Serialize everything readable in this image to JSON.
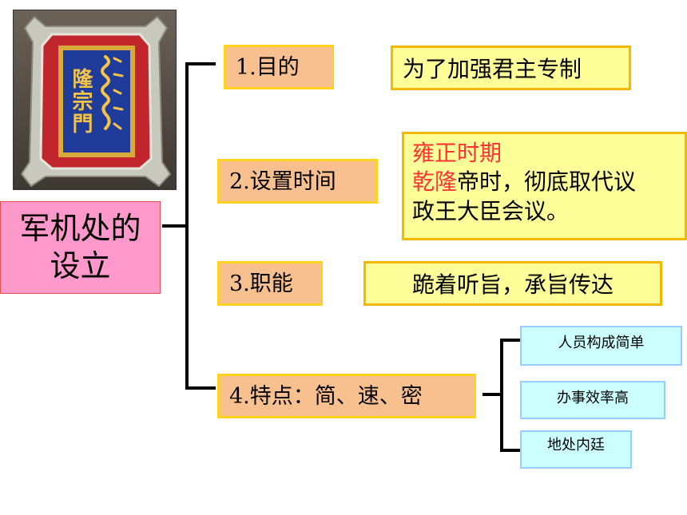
{
  "image": {
    "placard_chinese": "隆宗門",
    "description_icon": "gate-placard-photo-icon"
  },
  "root": {
    "line1": "军机处的",
    "line2": "设立"
  },
  "items": [
    {
      "num": "1.",
      "label": "目的",
      "desc": "为了加强君主专制"
    },
    {
      "num": "2.",
      "label": "设置时间",
      "desc_red1": "雍正时期",
      "desc_red2": "乾隆",
      "desc_black2": "帝时，彻底取代议",
      "desc_line3": "政王大臣会议。"
    },
    {
      "num": "3.",
      "label": "职能",
      "desc": "跪着听旨，承旨传达"
    },
    {
      "num": "4.",
      "label": "特点：简、速、密"
    }
  ],
  "features": [
    "人员构成简单",
    "办事效率高",
    "地处内廷"
  ],
  "colors": {
    "orange_box": "#f9c08f",
    "orange_border": "#ffd21f",
    "yellow_box": "#ffff9a",
    "cyan_box": "#ccffff",
    "pink_box": "#ff99cc",
    "highlight_red": "#ff3333"
  }
}
